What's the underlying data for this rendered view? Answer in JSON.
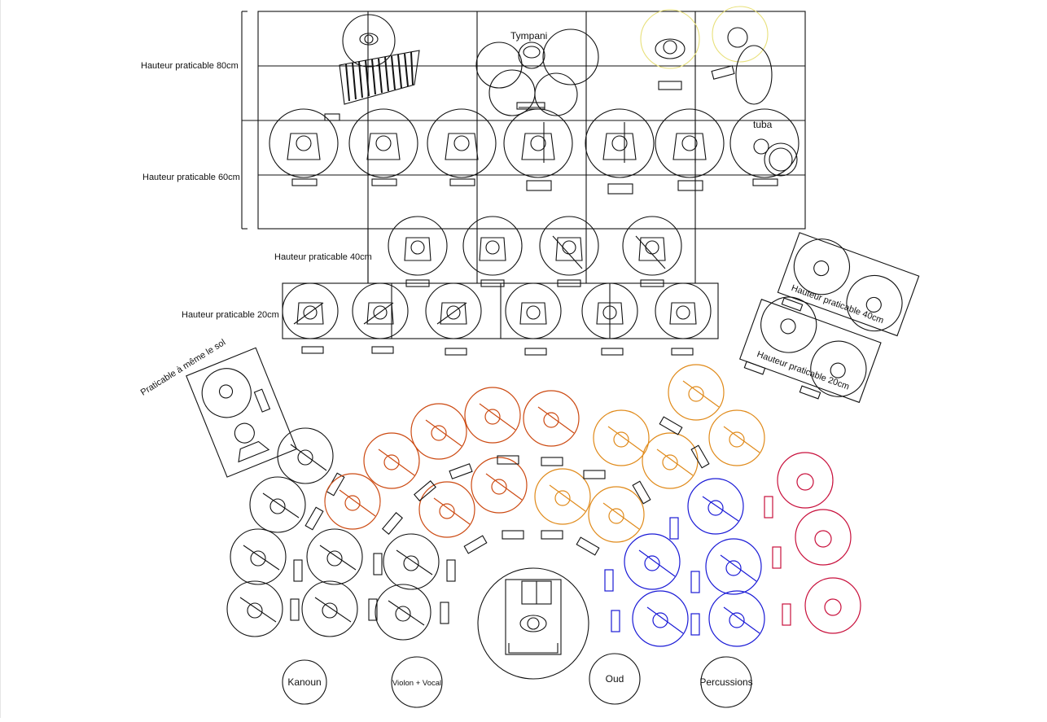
{
  "labels": {
    "h80": "Hauteur praticable 80cm",
    "h60": "Hauteur praticable 60cm",
    "h40": "Hauteur praticable 40cm",
    "h20": "Hauteur praticable 20cm",
    "sol": "Praticable à même le sol",
    "side40": "Hauteur praticable 40cm",
    "side20": "Hauteur praticable 20cm",
    "tympani": "Tympani",
    "tuba": "tuba"
  },
  "soloists": [
    "Kanoun",
    "Violon + Vocal",
    "Oud",
    "Percussions"
  ],
  "colors": {
    "ink": "#111111",
    "orange_red": "#cc4a12",
    "orange": "#e08a1a",
    "blue": "#1a1ad6",
    "crimson": "#c8103c",
    "yellow": "#e8e07a"
  }
}
